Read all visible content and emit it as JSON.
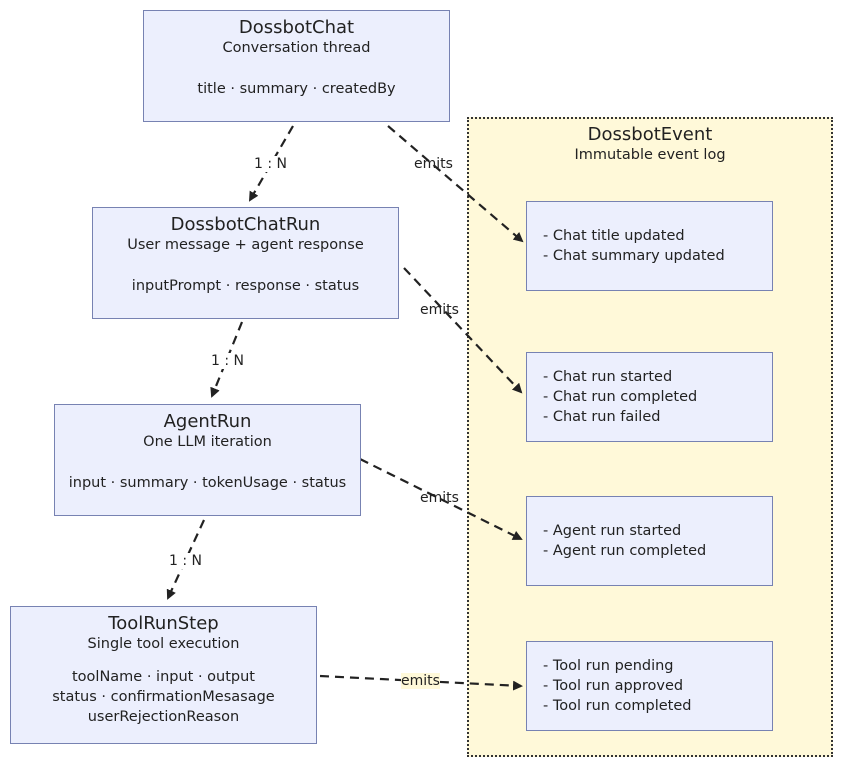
{
  "nodes": {
    "chat": {
      "name": "DossbotChat",
      "subtitle": "Conversation thread",
      "attrs": [
        "title · summary · createdBy"
      ]
    },
    "chatrun": {
      "name": "DossbotChatRun",
      "subtitle": "User message + agent response",
      "attrs": [
        "inputPrompt · response · status"
      ]
    },
    "agentrun": {
      "name": "AgentRun",
      "subtitle": "One LLM iteration",
      "attrs": [
        "input · summary · tokenUsage · status"
      ]
    },
    "toolrun": {
      "name": "ToolRunStep",
      "subtitle": "Single tool execution",
      "attrs": [
        "toolName · input · output",
        "status · confirmationMesasage",
        "userRejectionReason"
      ]
    }
  },
  "event_cluster": {
    "title": "DossbotEvent",
    "subtitle": "Immutable event log",
    "groups": [
      [
        "- Chat title updated",
        "- Chat summary updated"
      ],
      [
        "- Chat run started",
        "- Chat run completed",
        "- Chat run failed"
      ],
      [
        "- Agent run started",
        "- Agent run completed"
      ],
      [
        "- Tool run pending",
        "- Tool run approved",
        "- Tool run completed"
      ]
    ]
  },
  "edge_labels": {
    "one_to_many": "1 : N",
    "emits": "emits"
  }
}
